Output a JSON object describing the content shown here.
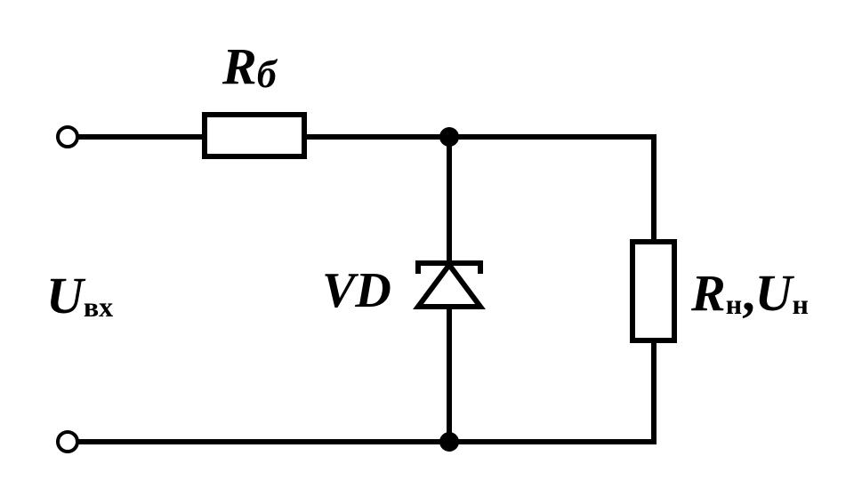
{
  "labels": {
    "r_b": {
      "symbol": "R",
      "sub": "б"
    },
    "u_in": {
      "symbol": "U",
      "sub": "вх"
    },
    "vd": {
      "symbol": "VD"
    },
    "r_load": {
      "symbol": "R",
      "sub": "н"
    },
    "separator": ",",
    "u_load": {
      "symbol": "U",
      "sub": "н"
    }
  }
}
